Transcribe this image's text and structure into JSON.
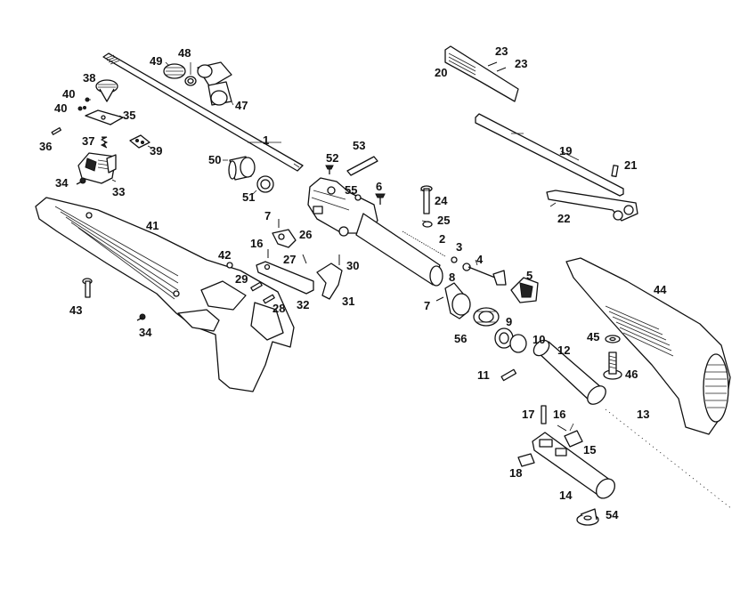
{
  "diagram": {
    "parts": [
      {
        "id": "p1",
        "label": "1"
      },
      {
        "id": "p2",
        "label": "2"
      },
      {
        "id": "p3",
        "label": "3"
      },
      {
        "id": "p4",
        "label": "4"
      },
      {
        "id": "p5",
        "label": "5"
      },
      {
        "id": "p6",
        "label": "6"
      },
      {
        "id": "p7a",
        "label": "7"
      },
      {
        "id": "p7b",
        "label": "7"
      },
      {
        "id": "p8",
        "label": "8"
      },
      {
        "id": "p9",
        "label": "9"
      },
      {
        "id": "p10",
        "label": "10"
      },
      {
        "id": "p11",
        "label": "11"
      },
      {
        "id": "p12",
        "label": "12"
      },
      {
        "id": "p13",
        "label": "13"
      },
      {
        "id": "p14",
        "label": "14"
      },
      {
        "id": "p15",
        "label": "15"
      },
      {
        "id": "p16a",
        "label": "16"
      },
      {
        "id": "p16b",
        "label": "16"
      },
      {
        "id": "p17",
        "label": "17"
      },
      {
        "id": "p18",
        "label": "18"
      },
      {
        "id": "p19",
        "label": "19"
      },
      {
        "id": "p20",
        "label": "20"
      },
      {
        "id": "p21",
        "label": "21"
      },
      {
        "id": "p22",
        "label": "22"
      },
      {
        "id": "p23a",
        "label": "23"
      },
      {
        "id": "p23b",
        "label": "23"
      },
      {
        "id": "p24",
        "label": "24"
      },
      {
        "id": "p25",
        "label": "25"
      },
      {
        "id": "p26",
        "label": "26"
      },
      {
        "id": "p27",
        "label": "27"
      },
      {
        "id": "p28",
        "label": "28"
      },
      {
        "id": "p29",
        "label": "29"
      },
      {
        "id": "p30",
        "label": "30"
      },
      {
        "id": "p31",
        "label": "31"
      },
      {
        "id": "p32",
        "label": "32"
      },
      {
        "id": "p33",
        "label": "33"
      },
      {
        "id": "p34a",
        "label": "34"
      },
      {
        "id": "p34b",
        "label": "34"
      },
      {
        "id": "p35",
        "label": "35"
      },
      {
        "id": "p36",
        "label": "36"
      },
      {
        "id": "p37",
        "label": "37"
      },
      {
        "id": "p38",
        "label": "38"
      },
      {
        "id": "p39",
        "label": "39"
      },
      {
        "id": "p40a",
        "label": "40"
      },
      {
        "id": "p40b",
        "label": "40"
      },
      {
        "id": "p41",
        "label": "41"
      },
      {
        "id": "p42",
        "label": "42"
      },
      {
        "id": "p43",
        "label": "43"
      },
      {
        "id": "p44",
        "label": "44"
      },
      {
        "id": "p45",
        "label": "45"
      },
      {
        "id": "p46",
        "label": "46"
      },
      {
        "id": "p47",
        "label": "47"
      },
      {
        "id": "p48",
        "label": "48"
      },
      {
        "id": "p49",
        "label": "49"
      },
      {
        "id": "p50",
        "label": "50"
      },
      {
        "id": "p51",
        "label": "51"
      },
      {
        "id": "p52",
        "label": "52"
      },
      {
        "id": "p53",
        "label": "53"
      },
      {
        "id": "p54",
        "label": "54"
      },
      {
        "id": "p55",
        "label": "55"
      },
      {
        "id": "p56",
        "label": "56"
      }
    ]
  }
}
